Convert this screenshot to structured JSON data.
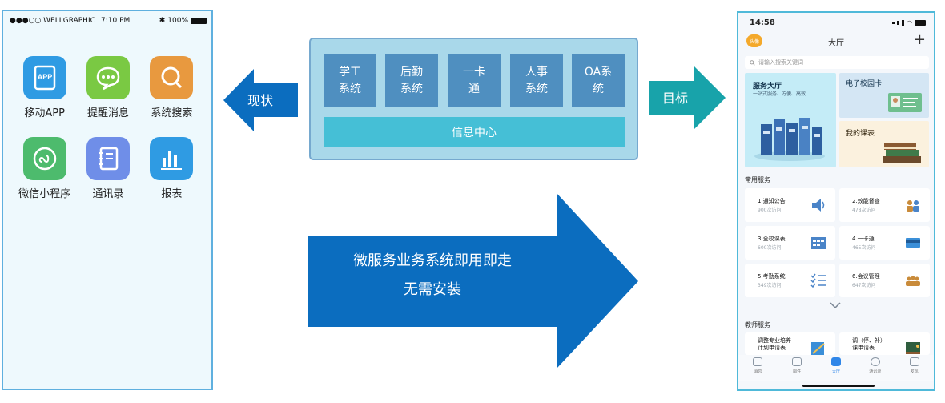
{
  "left_phone": {
    "status": {
      "carrier": "●●●○○ WELLGRAPHIC",
      "time": "7:10 PM",
      "battery": "100%"
    },
    "apps": [
      {
        "label": "移动APP",
        "icon": "app-icon",
        "color": "#2f9be3"
      },
      {
        "label": "提醒消息",
        "icon": "chat-bubble-icon",
        "color": "#7ac943"
      },
      {
        "label": "系统搜索",
        "icon": "search-icon",
        "color": "#e8993f"
      },
      {
        "label": "微信小程序",
        "icon": "wechat-mini-program-icon",
        "color": "#4dbb6d"
      },
      {
        "label": "通讯录",
        "icon": "contacts-book-icon",
        "color": "#6f8ee8"
      },
      {
        "label": "报表",
        "icon": "bar-chart-icon",
        "color": "#2f9be3"
      }
    ]
  },
  "center": {
    "arrow_left_label": "现状",
    "arrow_right_label": "目标",
    "modules": [
      "学工\n系统",
      "后勤\n系统",
      "一卡\n通",
      "人事\n系统",
      "OA系\n统"
    ],
    "info_center": "信息中心",
    "big_arrow_lines": [
      "微服务业务系统即用即走",
      "无需安装"
    ]
  },
  "right_phone": {
    "status_time": "14:58",
    "avatar_text": "头像",
    "title": "大厅",
    "search_placeholder": "请输入搜索关键词",
    "cards": {
      "service_hall": {
        "title": "服务大厅",
        "subtitle": "一站式服务、方便、高效"
      },
      "campus_card": {
        "title": "电子校园卡"
      },
      "my_courses": {
        "title": "我的课表"
      }
    },
    "common_services_title": "常用服务",
    "services": [
      {
        "name": "1.通知公告",
        "count": "900次访问",
        "icon": "speaker-icon"
      },
      {
        "name": "2.效能督查",
        "count": "478次访问",
        "icon": "group-icon"
      },
      {
        "name": "3.全校课表",
        "count": "600次访问",
        "icon": "timetable-icon"
      },
      {
        "name": "4.一卡通",
        "count": "465次访问",
        "icon": "card-icon"
      },
      {
        "name": "5.考勤系统",
        "count": "349次访问",
        "icon": "checklist-icon"
      },
      {
        "name": "6.会议管理",
        "count": "647次访问",
        "icon": "meeting-icon"
      }
    ],
    "teacher_services_title": "教师服务",
    "teacher_services": [
      {
        "name": "调整专业培养\n计划申请表",
        "icon": "blueprint-icon"
      },
      {
        "name": "调（停、补）\n课申请表",
        "icon": "blackboard-icon"
      }
    ],
    "tabs": [
      {
        "label": "消息",
        "active": false
      },
      {
        "label": "邮件",
        "active": false
      },
      {
        "label": "大厅",
        "active": true
      },
      {
        "label": "通讯录",
        "active": false
      },
      {
        "label": "发现",
        "active": false
      }
    ]
  },
  "colors": {
    "primary_arrow": "#0b6dbf",
    "teal_arrow": "#18a3aa",
    "module": "#4f8fc0",
    "info_bar": "#45bfd6"
  }
}
